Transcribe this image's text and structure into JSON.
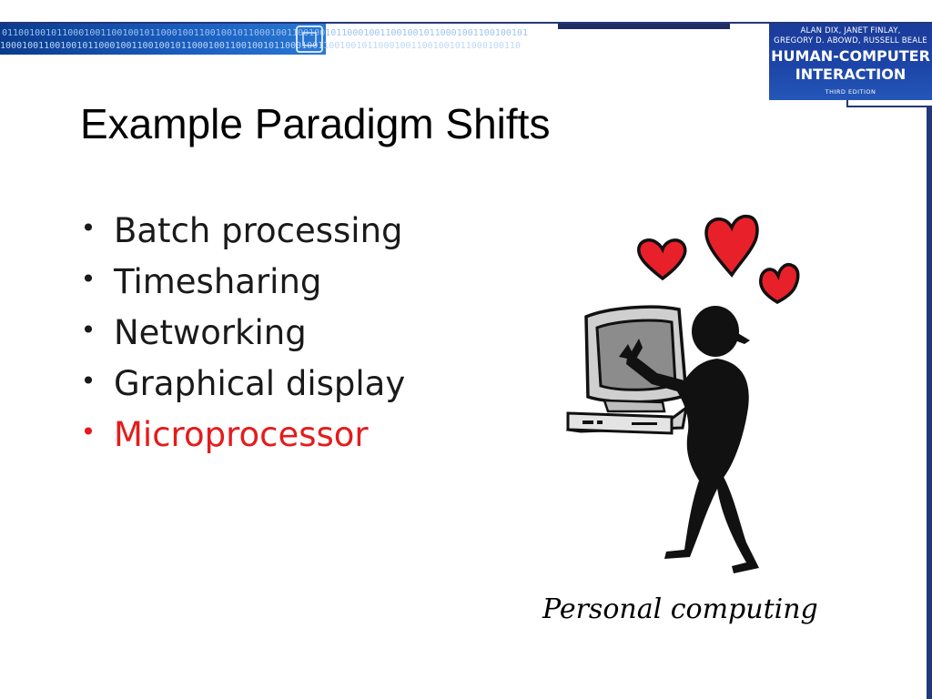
{
  "header": {
    "binary_text": "011001001011000100110010010110001001100100101100010011001001011000100110010010110001001100100101",
    "binary_text_2": "110001001100100101100010011001001011000100110010010110001001100100101100010011001001011000100110"
  },
  "book_cover": {
    "authors_line1": "ALAN DIX, JANET FINLAY,",
    "authors_line2": "GREGORY D. ABOWD, RUSSELL BEALE",
    "title_line1": "HUMAN-COMPUTER",
    "title_line2": "INTERACTION",
    "edition": "THIRD EDITION"
  },
  "slide": {
    "title": "Example Paradigm Shifts",
    "bullets": [
      {
        "text": "Batch processing",
        "highlight": false
      },
      {
        "text": "Timesharing",
        "highlight": false
      },
      {
        "text": "Networking",
        "highlight": false
      },
      {
        "text": "Graphical display",
        "highlight": false
      },
      {
        "text": "Microprocessor",
        "highlight": true
      }
    ],
    "bullet_glyph": "•",
    "highlight_color": "#e51b1b",
    "caption": "Personal computing"
  },
  "colors": {
    "accent_navy": "#243778",
    "cover_blue": "#1d45a8",
    "heart_red": "#e8202a"
  },
  "figure": {
    "icon": "person-hugging-computer-with-hearts-clipart"
  }
}
